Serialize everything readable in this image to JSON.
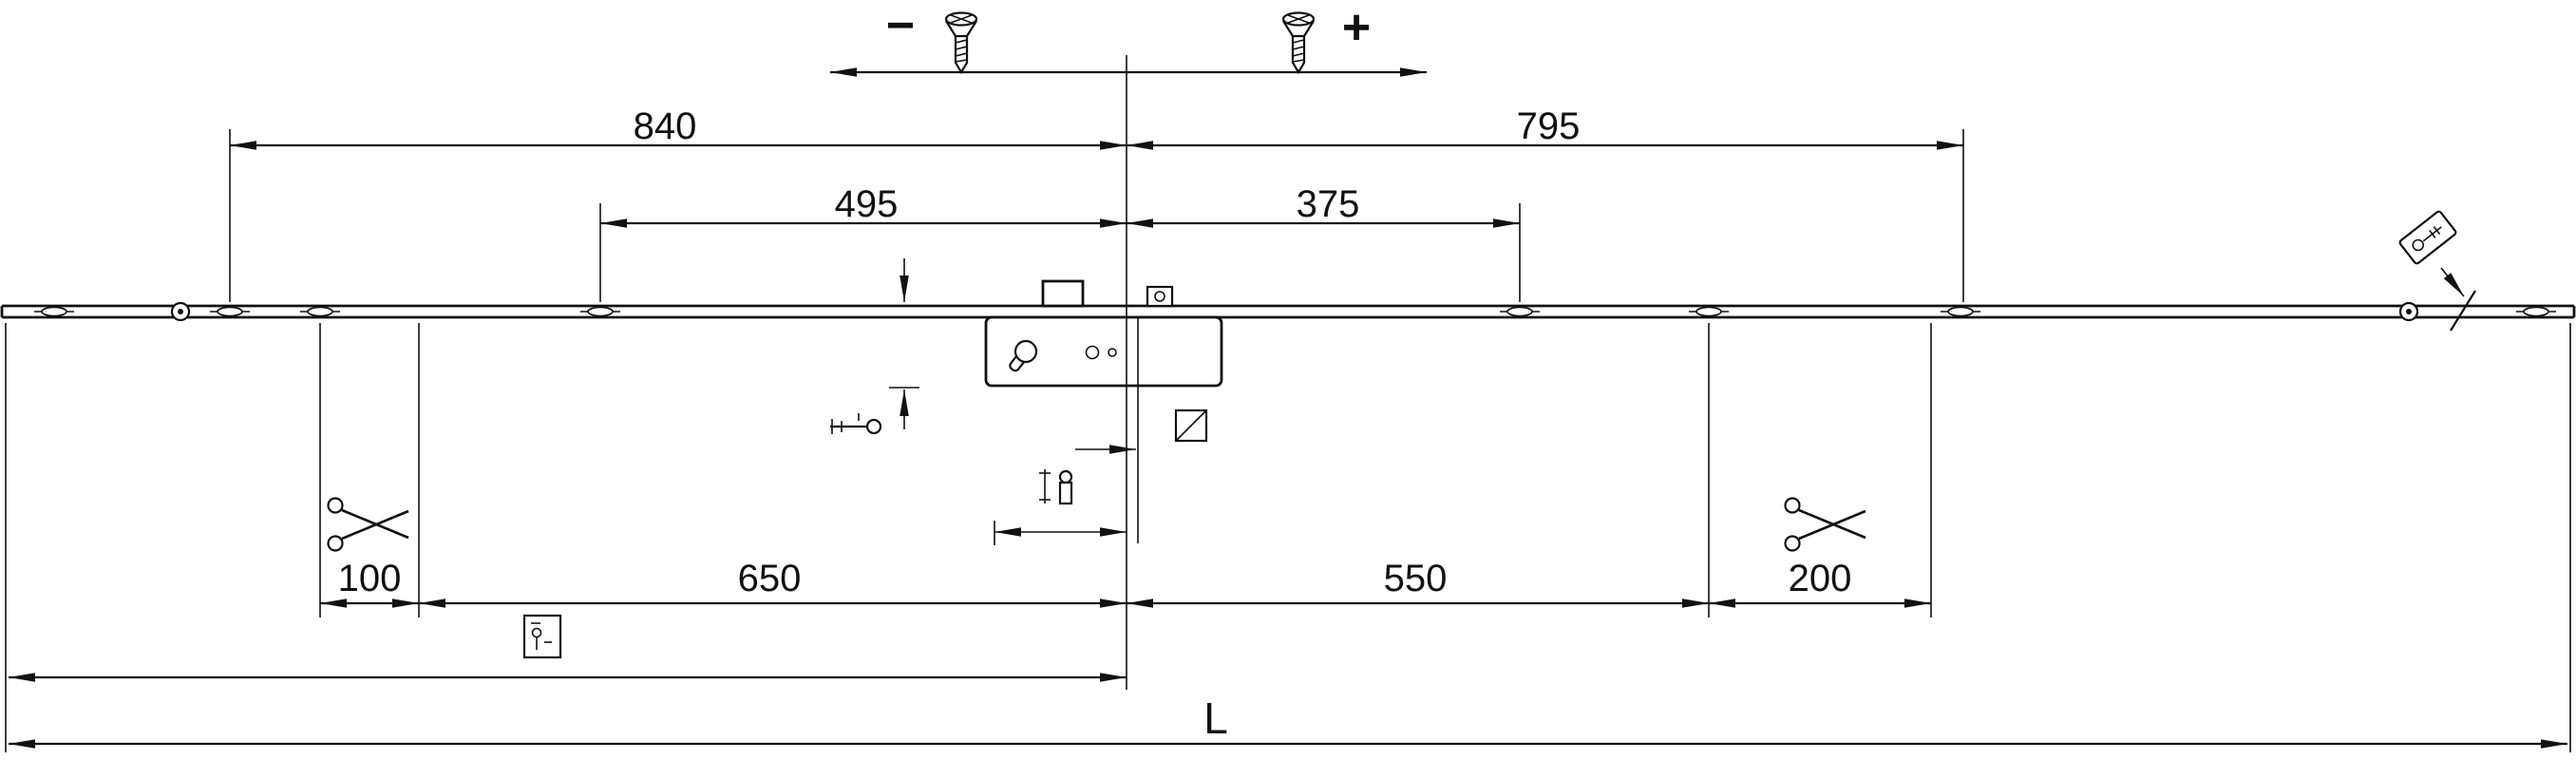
{
  "adjustment": {
    "minus_label": "−",
    "plus_label": "+"
  },
  "dimensions": {
    "upper_left": "840",
    "upper_right": "795",
    "mid_left": "495",
    "mid_right": "375",
    "cut_left": "100",
    "lower_left": "650",
    "lower_right": "550",
    "cut_right": "200",
    "overall_length": "L"
  },
  "icons": {
    "adjustment_screw": "screw-icon",
    "cut_mark": "scissors-icon",
    "spindle": "square-spindle-icon",
    "cylinder_screw": "cylinder-screw-icon",
    "latch_adjust": "latch-adjust-icon",
    "profile_cylinder": "profile-cylinder-icon",
    "rail_end_detail": "rail-end-detail-icon"
  }
}
